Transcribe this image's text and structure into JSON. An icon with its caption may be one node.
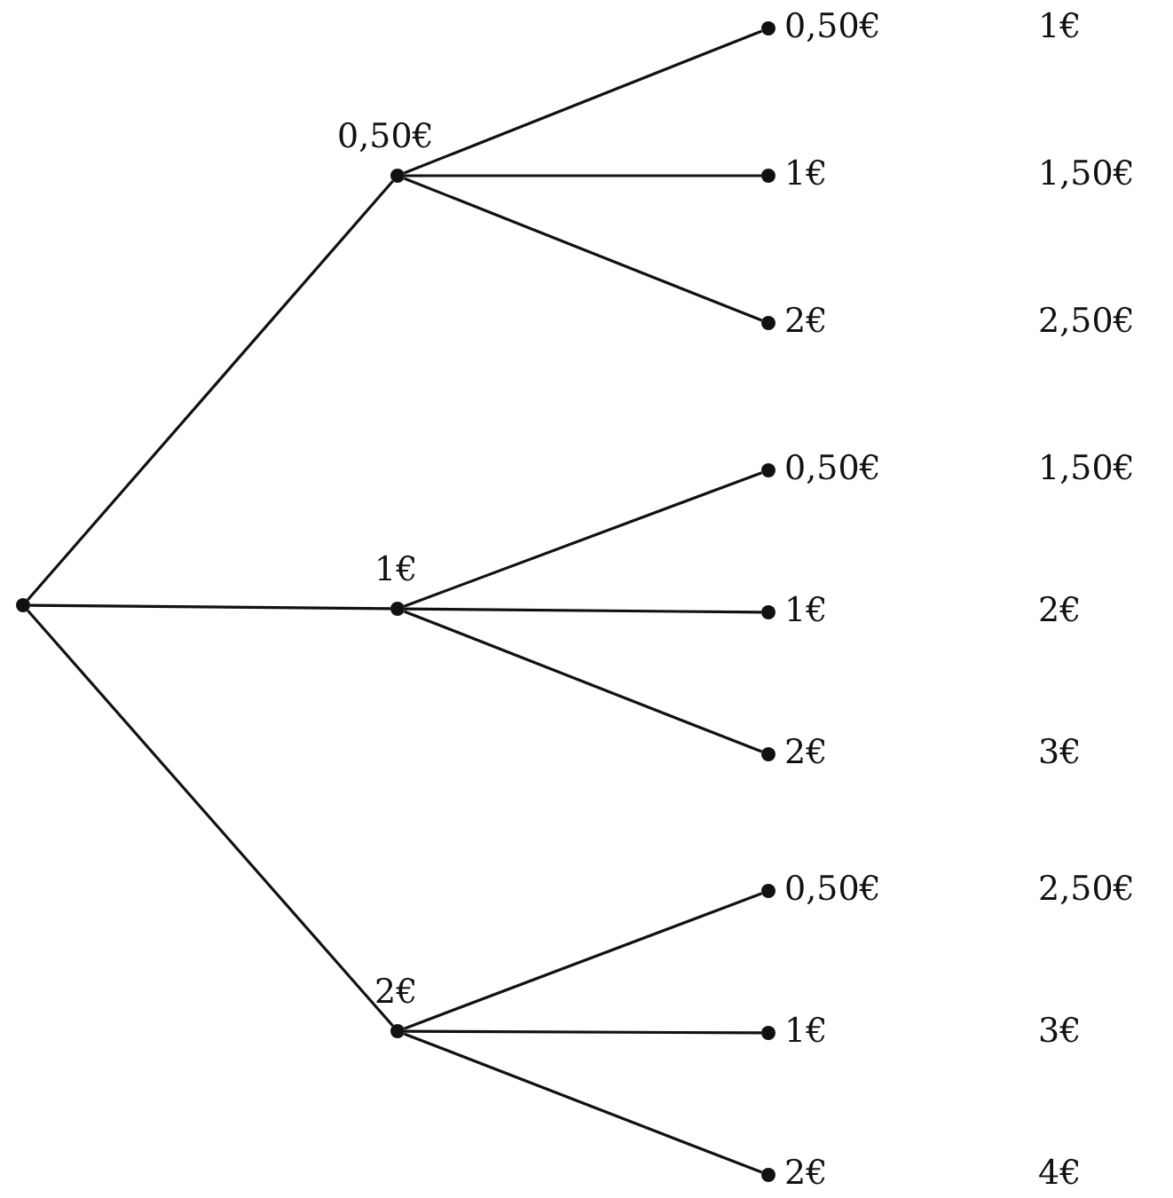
{
  "diagram": {
    "nodes": [
      {
        "text": [],
        "shape": "circle"
      },
      {
        "text": [
          "0,50€"
        ]
      },
      {
        "text": [
          "0,50€"
        ]
      },
      {
        "text": [
          "1€"
        ]
      },
      {
        "text": [
          "2€"
        ]
      },
      {
        "text": [
          "1€"
        ]
      },
      {
        "text": [
          "0,50€"
        ]
      },
      {
        "text": [
          "1€"
        ]
      },
      {
        "text": [
          "2€"
        ]
      },
      {
        "text": [
          "2€"
        ]
      },
      {
        "text": [
          "0,50€"
        ]
      },
      {
        "text": [
          "1€"
        ]
      },
      {
        "text": [
          "2€"
        ]
      }
    ],
    "edges": [
      {
        "from": 0,
        "to": 1,
        "arrow": "none"
      },
      {
        "from": 1,
        "to": 2,
        "arrow": "none"
      },
      {
        "from": 1,
        "to": 3,
        "arrow": "none"
      },
      {
        "from": 1,
        "to": 4,
        "arrow": "none"
      },
      {
        "from": 0,
        "to": 5,
        "arrow": "none"
      },
      {
        "from": 5,
        "to": 6,
        "arrow": "none"
      },
      {
        "from": 5,
        "to": 7,
        "arrow": "none"
      },
      {
        "from": 5,
        "to": 8,
        "arrow": "none"
      },
      {
        "from": 0,
        "to": 9,
        "arrow": "none"
      },
      {
        "from": 9,
        "to": 10,
        "arrow": "none"
      },
      {
        "from": 9,
        "to": 11,
        "arrow": "none"
      },
      {
        "from": 9,
        "to": 12,
        "arrow": "none"
      }
    ],
    "labels": [
      "1€",
      "1,50€",
      "2,50€",
      "1,50€",
      "2€",
      "3€",
      "2,50€",
      "3€",
      "4€"
    ]
  }
}
